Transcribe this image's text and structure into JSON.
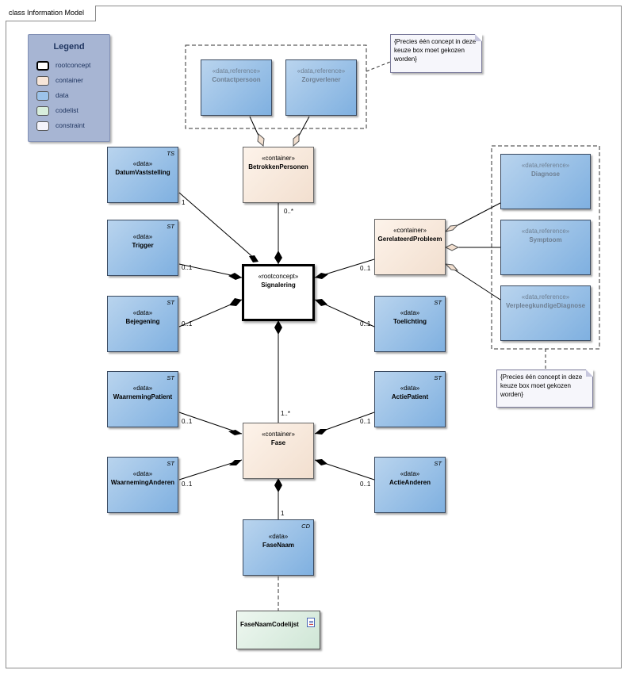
{
  "frame_title": "class Information Model",
  "legend": {
    "title": "Legend",
    "items": [
      {
        "label": "rootconcept",
        "color": "#ffffff",
        "border": "#000000"
      },
      {
        "label": "container",
        "color": "#f7e6d9",
        "border": "#777777"
      },
      {
        "label": "data",
        "color": "#9cc3ea",
        "border": "#555555"
      },
      {
        "label": "codelist",
        "color": "#d8eedc",
        "border": "#555555"
      },
      {
        "label": "constraint",
        "color": "#f4f4fb",
        "border": "#555555"
      }
    ]
  },
  "nodes": {
    "contactpersoon": {
      "stereotype": "«data,reference»",
      "name": "Contactpersoon"
    },
    "zorgverlener": {
      "stereotype": "«data,reference»",
      "name": "Zorgverlener"
    },
    "betrokkenpersonen": {
      "stereotype": "«container»",
      "name": "BetrokkenPersonen"
    },
    "datumvaststelling": {
      "stereotype": "«data»",
      "name": "DatumVaststelling",
      "type": "TS"
    },
    "trigger": {
      "stereotype": "«data»",
      "name": "Trigger",
      "type": "ST"
    },
    "bejegening": {
      "stereotype": "«data»",
      "name": "Bejegening",
      "type": "ST"
    },
    "signalering": {
      "stereotype": "«rootconcept»",
      "name": "Signalering"
    },
    "gerelateerdprobleem": {
      "stereotype": "«container»",
      "name": "GerelateerdProbleem"
    },
    "toelichting": {
      "stereotype": "«data»",
      "name": "Toelichting",
      "type": "ST"
    },
    "diagnose": {
      "stereotype": "«data,reference»",
      "name": "Diagnose"
    },
    "symptoom": {
      "stereotype": "«data,reference»",
      "name": "Symptoom"
    },
    "verpleegkundigediagnose": {
      "stereotype": "«data,reference»",
      "name": "VerpleegkundigeDiagnose"
    },
    "waarnemingpatient": {
      "stereotype": "«data»",
      "name": "WaarnemingPatient",
      "type": "ST"
    },
    "waarnemingenanderen": {
      "stereotype": "«data»",
      "name": "WaarnemingAnderen",
      "type": "ST"
    },
    "fase": {
      "stereotype": "«container»",
      "name": "Fase"
    },
    "actiepatient": {
      "stereotype": "«data»",
      "name": "ActiePatient",
      "type": "ST"
    },
    "actieanderen": {
      "stereotype": "«data»",
      "name": "ActieAnderen",
      "type": "ST"
    },
    "fasenaam": {
      "stereotype": "«data»",
      "name": "FaseNaam",
      "type": "CD"
    },
    "fasenaamcodelijst": {
      "name": "FaseNaamCodelijst"
    }
  },
  "notes": {
    "top": "{Precies één concept in deze keuze box moet gekozen worden}",
    "right": "{Precies één concept in deze keuze box moet gekozen worden}"
  },
  "multiplicities": {
    "betrokken": "0..*",
    "datum": "1",
    "trigger": "0..1",
    "bejegening": "0..1",
    "gerelateerd": "0..1",
    "toelichting": "0..1",
    "fase": "1..*",
    "waarnemingpatient": "0..1",
    "waarnemingenanderen": "0..1",
    "actiepatient": "0..1",
    "actieanderen": "0..1",
    "fasenaam": "1"
  }
}
